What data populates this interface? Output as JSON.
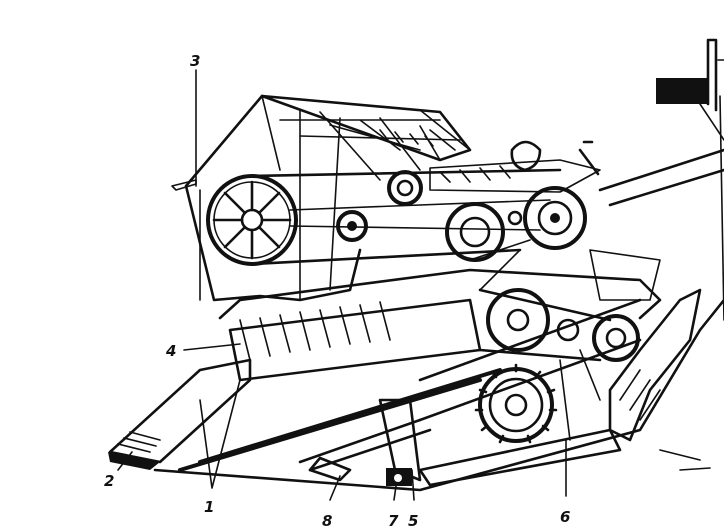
{
  "diagram": {
    "style": "monochrome line drawing of an agricultural harvester header with callout numbers",
    "ink_color": "#111111",
    "background_color": "#ffffff",
    "callouts": [
      {
        "id": "c1",
        "text": "1"
      },
      {
        "id": "c2",
        "text": "2"
      },
      {
        "id": "c3",
        "text": "3"
      },
      {
        "id": "c4",
        "text": "4"
      },
      {
        "id": "c5",
        "text": "5"
      },
      {
        "id": "c6",
        "text": "6"
      },
      {
        "id": "c7",
        "text": "7"
      },
      {
        "id": "c8",
        "text": "8"
      }
    ]
  }
}
